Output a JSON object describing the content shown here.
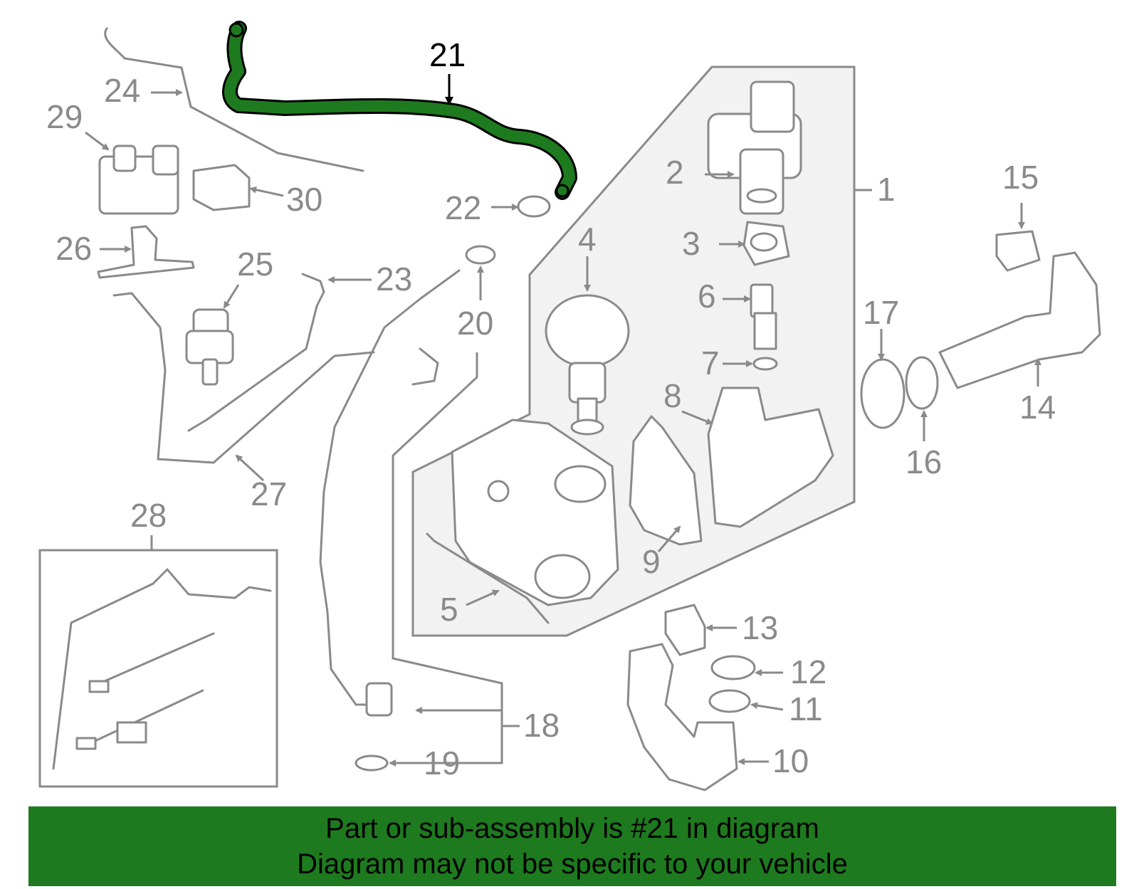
{
  "callouts": {
    "c1": "1",
    "c2": "2",
    "c3": "3",
    "c4": "4",
    "c5": "5",
    "c6": "6",
    "c7": "7",
    "c8": "8",
    "c9": "9",
    "c10": "10",
    "c11": "11",
    "c12": "12",
    "c13": "13",
    "c14": "14",
    "c15": "15",
    "c16": "16",
    "c17": "17",
    "c18": "18",
    "c19": "19",
    "c20": "20",
    "c21": "21",
    "c22": "22",
    "c23": "23",
    "c24": "24",
    "c25": "25",
    "c26": "26",
    "c27": "27",
    "c28": "28",
    "c29": "29",
    "c30": "30"
  },
  "highlighted_part": "21",
  "colors": {
    "highlight": "#1e7a1e",
    "line": "#8a8a8a",
    "panel": "#f2f2f2",
    "banner": "#1e7a1e"
  },
  "banner": {
    "line1": "Part or sub-assembly is #21 in diagram",
    "line2": "Diagram may not be specific to your vehicle"
  }
}
